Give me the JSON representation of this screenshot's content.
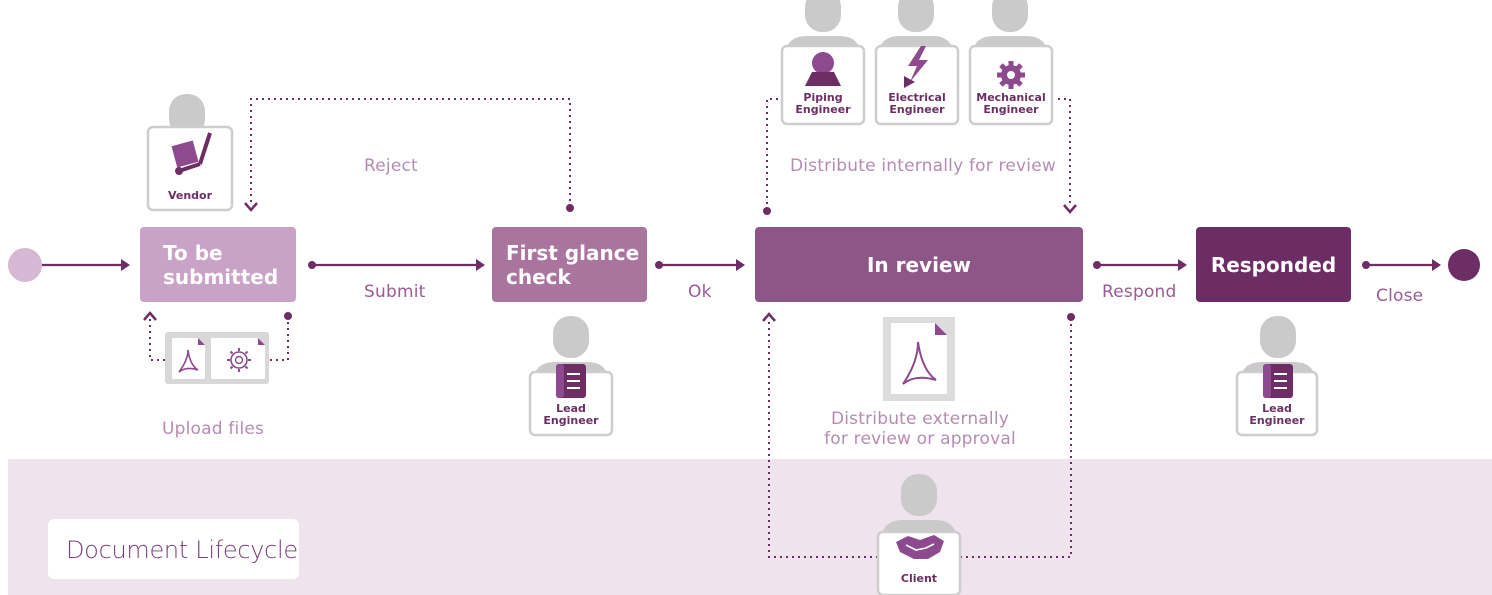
{
  "title": "Document Lifecycle",
  "stages": {
    "to_be_submitted": "To be\nsubmitted",
    "first_glance": "First glance\ncheck",
    "in_review": "In review",
    "responded": "Responded"
  },
  "transitions": {
    "submit": "Submit",
    "reject": "Reject",
    "ok": "Ok",
    "respond": "Respond",
    "close": "Close",
    "upload_files": "Upload files",
    "distribute_internal": "Distribute internally for review",
    "distribute_external_line1": "Distribute externally",
    "distribute_external_line2": "for review or approval"
  },
  "roles": {
    "vendor": "Vendor",
    "lead_engineer_1": "Lead\nEngineer",
    "lead_engineer_2": "Lead\nEngineer",
    "piping": "Piping\nEngineer",
    "electrical": "Electrical\nEngineer",
    "mechanical": "Mechanical\nEngineer",
    "client": "Client"
  },
  "colors": {
    "stage1": "#c9a2c8",
    "stage2": "#a9759f",
    "stage3": "#8e5587",
    "stage4": "#6b2d63",
    "accent": "#6d2e66",
    "figure": "#cacaca",
    "icon_purple": "#8d4a8e",
    "band": "#efe3ed"
  },
  "icons": [
    "start-node-icon",
    "end-node-icon",
    "pdf-file-icon",
    "settings-file-icon",
    "person-icon",
    "hand-truck-icon",
    "document-icon",
    "gear-icon",
    "lightning-icon",
    "handshake-icon"
  ]
}
